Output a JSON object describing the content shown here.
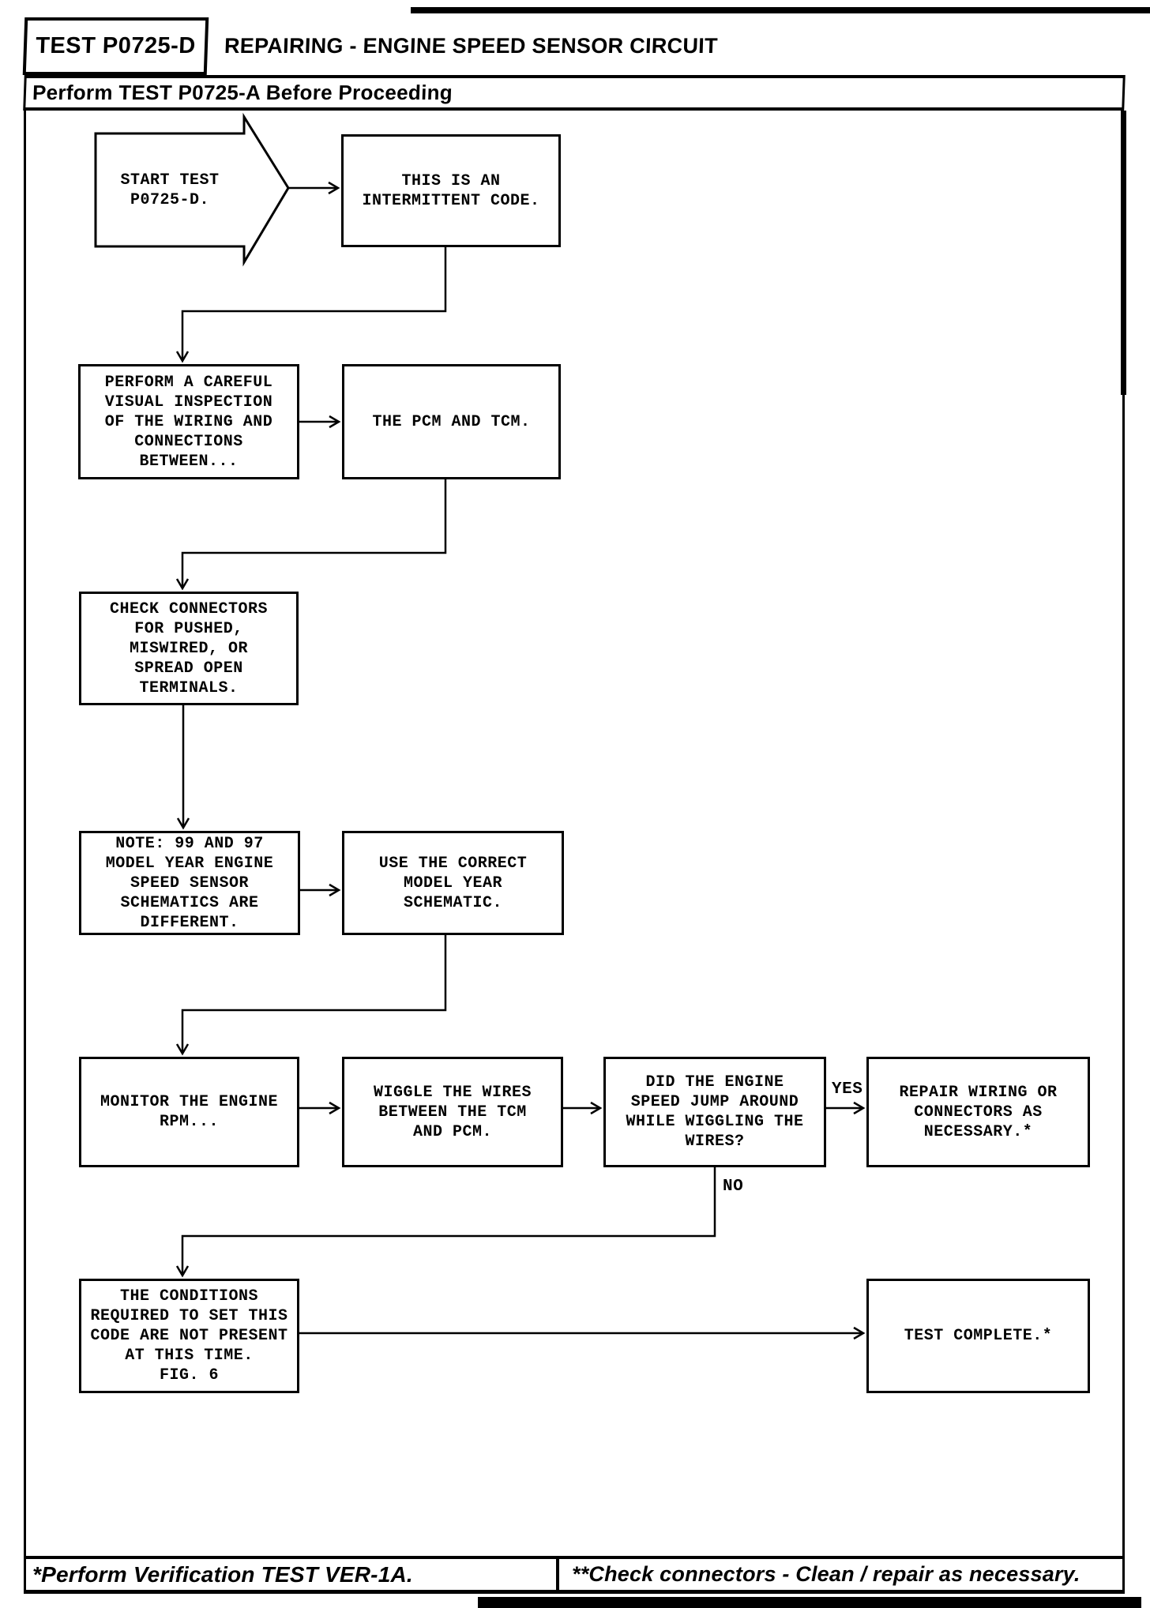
{
  "header": {
    "test_id": "TEST P0725-D",
    "title": "REPAIRING - ENGINE SPEED SENSOR CIRCUIT",
    "subtitle": "Perform TEST P0725-A Before Proceeding"
  },
  "flowchart": {
    "nodes": [
      {
        "id": "start",
        "text": "START TEST\nP0725-D."
      },
      {
        "id": "intermittent",
        "text": "THIS IS AN\nINTERMITTENT CODE."
      },
      {
        "id": "visual-inspection",
        "text": "PERFORM A CAREFUL\nVISUAL INSPECTION\nOF THE WIRING AND\nCONNECTIONS\nBETWEEN..."
      },
      {
        "id": "pcm-tcm",
        "text": "THE PCM AND TCM."
      },
      {
        "id": "check-connectors",
        "text": "CHECK CONNECTORS\nFOR PUSHED,\nMISWIRED, OR\nSPREAD OPEN\nTERMINALS."
      },
      {
        "id": "note-model-year",
        "text": "NOTE: 99 AND 97\nMODEL YEAR ENGINE\nSPEED SENSOR\nSCHEMATICS ARE\nDIFFERENT."
      },
      {
        "id": "use-schematic",
        "text": "USE THE CORRECT\nMODEL YEAR\nSCHEMATIC."
      },
      {
        "id": "monitor-rpm",
        "text": "MONITOR THE ENGINE\nRPM..."
      },
      {
        "id": "wiggle-wires",
        "text": "WIGGLE THE WIRES\nBETWEEN THE TCM\nAND PCM."
      },
      {
        "id": "speed-jump",
        "text": "DID THE ENGINE\nSPEED JUMP AROUND\nWHILE WIGGLING THE\nWIRES?"
      },
      {
        "id": "repair-wiring",
        "text": "REPAIR WIRING OR\nCONNECTORS AS\nNECESSARY.*"
      },
      {
        "id": "conditions",
        "text": "THE CONDITIONS\nREQUIRED TO SET THIS\nCODE ARE NOT PRESENT\nAT THIS TIME.\nFIG. 6"
      },
      {
        "id": "test-complete",
        "text": "TEST COMPLETE.*"
      }
    ],
    "branch_labels": {
      "yes": "YES",
      "no": "NO"
    },
    "line_color": "#000000"
  },
  "footer": {
    "left_note": "*Perform Verification TEST VER-1A.",
    "right_note": "**Check connectors - Clean / repair as necessary."
  }
}
